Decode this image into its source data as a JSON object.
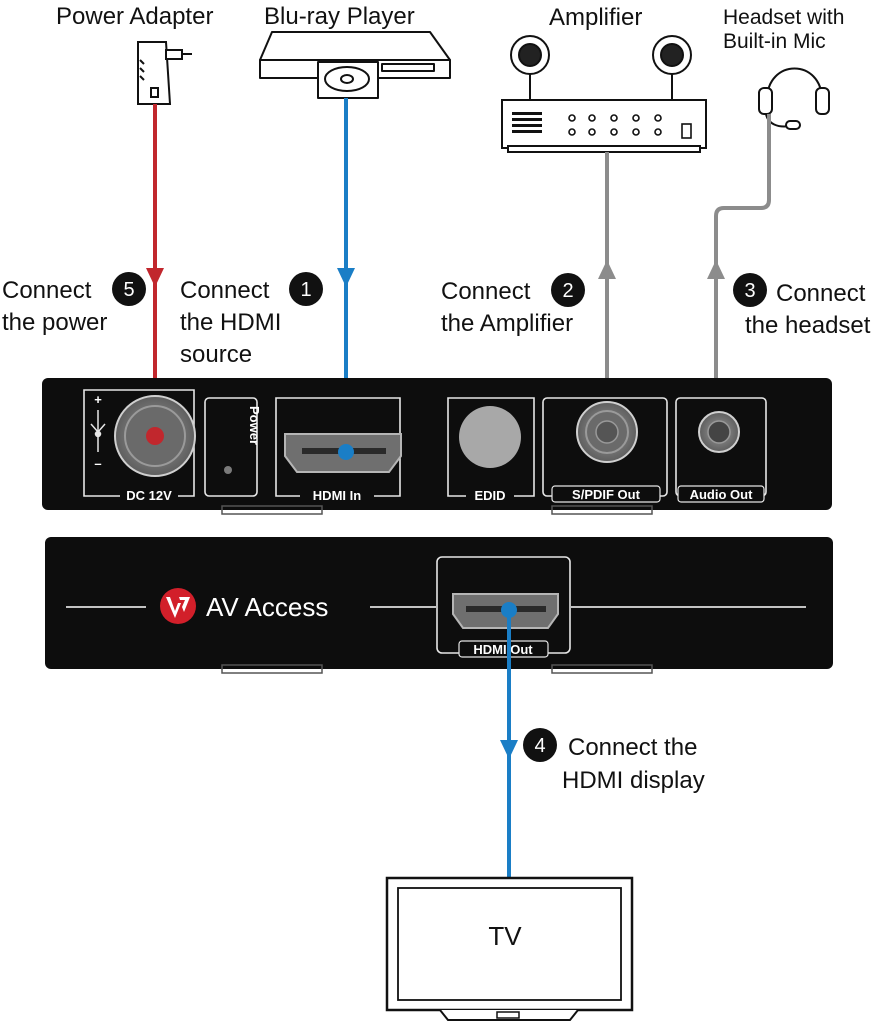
{
  "devices": {
    "power_adapter": "Power Adapter",
    "bluray": "Blu-ray Player",
    "amplifier": "Amplifier",
    "headset_line1": "Headset with",
    "headset_line2": "Built-in Mic",
    "tv": "TV"
  },
  "steps": {
    "s1": {
      "num": "1",
      "line1": "Connect",
      "line2": "the HDMI",
      "line3": "source"
    },
    "s2": {
      "num": "2",
      "line1": "Connect",
      "line2": "the Amplifier"
    },
    "s3": {
      "num": "3",
      "line1": "Connect",
      "line2": "the headset"
    },
    "s4": {
      "num": "4",
      "line1": "Connect the",
      "line2": "HDMI display"
    },
    "s5": {
      "num": "5",
      "line1": "Connect",
      "line2": "the power"
    }
  },
  "rear_panel": {
    "dc": "DC 12V",
    "power": "Power",
    "plus": "+",
    "minus": "–",
    "hdmi_in": "HDMI In",
    "edid": "EDID",
    "spdif": "S/PDIF Out",
    "audio_out": "Audio Out"
  },
  "front_panel": {
    "brand": "AV Access",
    "hdmi_out": "HDMI Out"
  },
  "colors": {
    "power_cable": "#c1272d",
    "hdmi_cable": "#1a7ec6",
    "audio_cable": "#8c8c8c",
    "panel": "#0d0d0d",
    "brand_red": "#d21f2a"
  }
}
